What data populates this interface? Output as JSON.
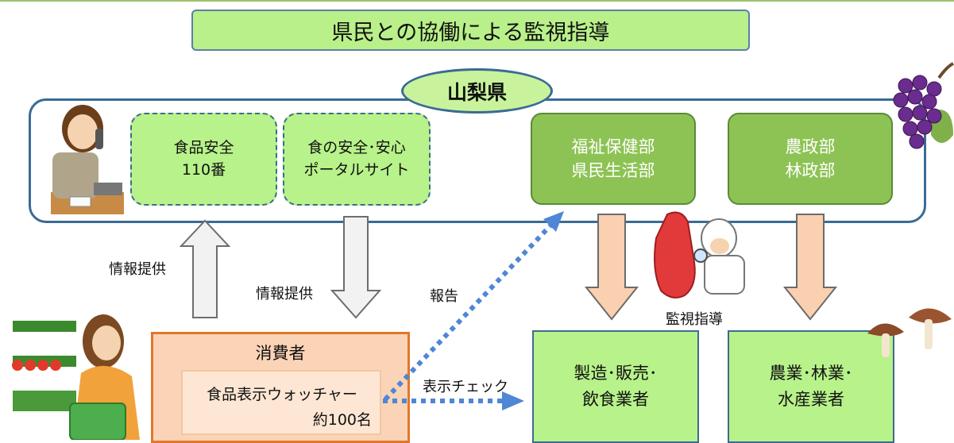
{
  "title": "県民との協働による監視指導",
  "prefecture": "山梨県",
  "boxes": {
    "food_safety_110": [
      "食品安全",
      "110番"
    ],
    "portal": [
      "食の安全･安心",
      "ポータルサイト"
    ],
    "welfare_dept": [
      "福祉保健部",
      "県民生活部"
    ],
    "agri_dept": [
      "農政部",
      "林政部"
    ],
    "manufacturers": [
      "製造･販売･",
      "飲食業者"
    ],
    "farmers": [
      "農業･林業･",
      "水産業者"
    ]
  },
  "consumer": {
    "title": "消費者",
    "watcher_line1": "食品表示ウォッチャー",
    "watcher_line2": "約100名"
  },
  "labels": {
    "info_provide_up": "情報提供",
    "info_provide_down": "情報提供",
    "report": "報告",
    "label_check": "表示チェック",
    "monitoring": "監視指導"
  },
  "colors": {
    "title_fill": "#b9f08a",
    "dashed_box_fill": "#b8f28a",
    "dept_fill": "#8dc354",
    "consumer_fill": "#fbd3b6",
    "consumer_border": "#e0772a",
    "report_arrow": "#4f86d6",
    "down_arrow_fill": "#fbd0b0"
  },
  "icons": [
    "woman-on-phone-icon",
    "grape-icon",
    "meat-inspector-icon",
    "shopper-woman-icon",
    "mushroom-icon"
  ]
}
